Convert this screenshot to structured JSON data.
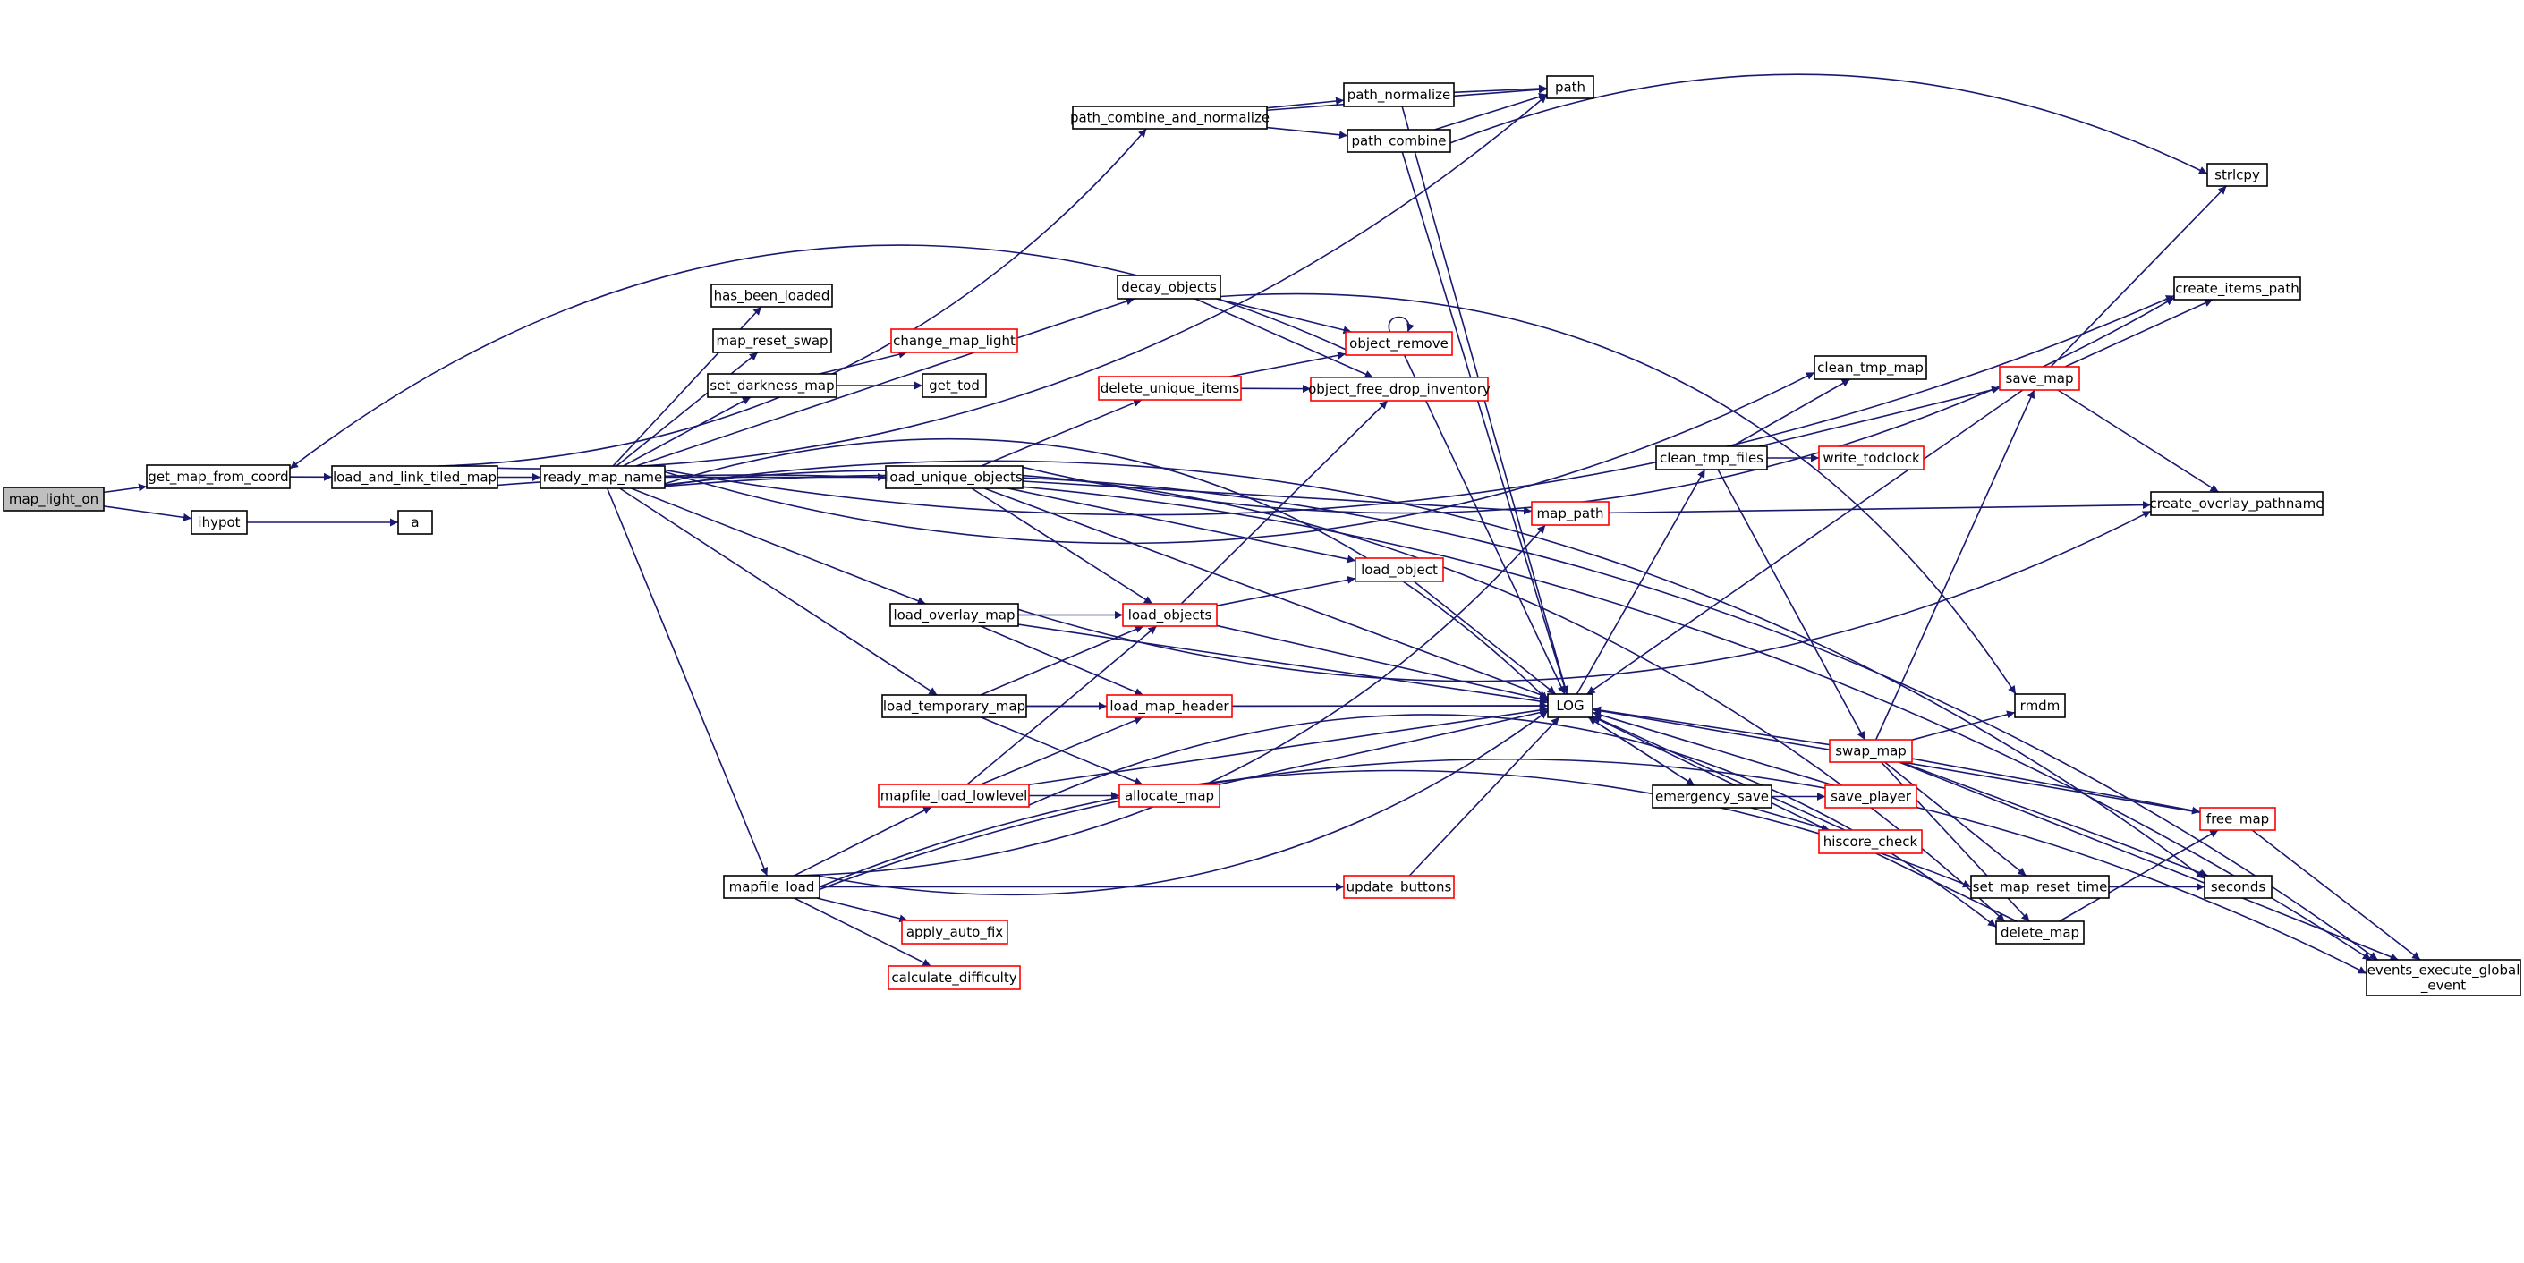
{
  "diagram": {
    "type": "call-graph",
    "edge_color": "#191970",
    "root_fill": "#bfbfbf",
    "truncated_border": "#ff0000",
    "nodes": [
      {
        "id": "map_light_on",
        "label": "map_light_on",
        "style": "root"
      },
      {
        "id": "get_map_from_coord",
        "label": "get_map_from_coord",
        "style": "normal"
      },
      {
        "id": "ihypot",
        "label": "ihypot",
        "style": "normal"
      },
      {
        "id": "a",
        "label": "a",
        "style": "normal"
      },
      {
        "id": "load_and_link_tiled_map",
        "label": "load_and_link_tiled_map",
        "style": "normal"
      },
      {
        "id": "ready_map_name",
        "label": "ready_map_name",
        "style": "normal"
      },
      {
        "id": "path_combine_and_normalize",
        "label": "path_combine_and_normalize",
        "style": "normal"
      },
      {
        "id": "path_normalize",
        "label": "path_normalize",
        "style": "normal"
      },
      {
        "id": "path_combine",
        "label": "path_combine",
        "style": "normal"
      },
      {
        "id": "path",
        "label": "path",
        "style": "normal"
      },
      {
        "id": "strlcpy",
        "label": "strlcpy",
        "style": "normal"
      },
      {
        "id": "has_been_loaded",
        "label": "has_been_loaded",
        "style": "normal"
      },
      {
        "id": "map_reset_swap",
        "label": "map_reset_swap",
        "style": "normal"
      },
      {
        "id": "set_darkness_map",
        "label": "set_darkness_map",
        "style": "normal"
      },
      {
        "id": "change_map_light",
        "label": "change_map_light",
        "style": "red"
      },
      {
        "id": "get_tod",
        "label": "get_tod",
        "style": "normal"
      },
      {
        "id": "decay_objects",
        "label": "decay_objects",
        "style": "normal"
      },
      {
        "id": "object_remove",
        "label": "object_remove",
        "style": "red"
      },
      {
        "id": "delete_unique_items",
        "label": "delete_unique_items",
        "style": "red"
      },
      {
        "id": "object_free_drop_inventory",
        "label": "object_free_drop_inventory",
        "style": "red"
      },
      {
        "id": "load_unique_objects",
        "label": "load_unique_objects",
        "style": "normal"
      },
      {
        "id": "map_path",
        "label": "map_path",
        "style": "red"
      },
      {
        "id": "load_object",
        "label": "load_object",
        "style": "red"
      },
      {
        "id": "load_overlay_map",
        "label": "load_overlay_map",
        "style": "normal"
      },
      {
        "id": "load_objects",
        "label": "load_objects",
        "style": "red"
      },
      {
        "id": "load_temporary_map",
        "label": "load_temporary_map",
        "style": "normal"
      },
      {
        "id": "load_map_header",
        "label": "load_map_header",
        "style": "red"
      },
      {
        "id": "mapfile_load_lowlevel",
        "label": "mapfile_load_lowlevel",
        "style": "red"
      },
      {
        "id": "allocate_map",
        "label": "allocate_map",
        "style": "red"
      },
      {
        "id": "mapfile_load",
        "label": "mapfile_load",
        "style": "normal"
      },
      {
        "id": "update_buttons",
        "label": "update_buttons",
        "style": "red"
      },
      {
        "id": "apply_auto_fix",
        "label": "apply_auto_fix",
        "style": "red"
      },
      {
        "id": "calculate_difficulty",
        "label": "calculate_difficulty",
        "style": "red"
      },
      {
        "id": "LOG",
        "label": "LOG",
        "style": "normal"
      },
      {
        "id": "clean_tmp_map",
        "label": "clean_tmp_map",
        "style": "normal"
      },
      {
        "id": "clean_tmp_files",
        "label": "clean_tmp_files",
        "style": "normal"
      },
      {
        "id": "write_todclock",
        "label": "write_todclock",
        "style": "red"
      },
      {
        "id": "save_map",
        "label": "save_map",
        "style": "red"
      },
      {
        "id": "create_items_path",
        "label": "create_items_path",
        "style": "normal"
      },
      {
        "id": "create_overlay_pathname",
        "label": "create_overlay_pathname",
        "style": "normal"
      },
      {
        "id": "swap_map",
        "label": "swap_map",
        "style": "red"
      },
      {
        "id": "rmdm",
        "label": "rmdm",
        "style": "normal"
      },
      {
        "id": "emergency_save",
        "label": "emergency_save",
        "style": "normal"
      },
      {
        "id": "save_player",
        "label": "save_player",
        "style": "red"
      },
      {
        "id": "hiscore_check",
        "label": "hiscore_check",
        "style": "red"
      },
      {
        "id": "set_map_reset_time",
        "label": "set_map_reset_time",
        "style": "normal"
      },
      {
        "id": "delete_map",
        "label": "delete_map",
        "style": "normal"
      },
      {
        "id": "free_map",
        "label": "free_map",
        "style": "red"
      },
      {
        "id": "seconds",
        "label": "seconds",
        "style": "normal"
      },
      {
        "id": "events_execute_global_event",
        "label": "events_execute_global\n_event",
        "style": "normal"
      }
    ],
    "edges": [
      [
        "map_light_on",
        "get_map_from_coord"
      ],
      [
        "map_light_on",
        "ihypot"
      ],
      [
        "ihypot",
        "a"
      ],
      [
        "get_map_from_coord",
        "load_and_link_tiled_map"
      ],
      [
        "load_and_link_tiled_map",
        "ready_map_name"
      ],
      [
        "load_and_link_tiled_map",
        "path"
      ],
      [
        "load_and_link_tiled_map",
        "path_combine_and_normalize"
      ],
      [
        "load_and_link_tiled_map",
        "events_execute_global_event"
      ],
      [
        "path_combine_and_normalize",
        "path"
      ],
      [
        "path_combine_and_normalize",
        "path_normalize"
      ],
      [
        "path_combine_and_normalize",
        "path_combine"
      ],
      [
        "path_normalize",
        "path"
      ],
      [
        "path_normalize",
        "LOG"
      ],
      [
        "path_combine",
        "path"
      ],
      [
        "path_combine",
        "strlcpy"
      ],
      [
        "path_combine",
        "LOG"
      ],
      [
        "ready_map_name",
        "has_been_loaded"
      ],
      [
        "ready_map_name",
        "map_reset_swap"
      ],
      [
        "ready_map_name",
        "set_darkness_map"
      ],
      [
        "ready_map_name",
        "decay_objects"
      ],
      [
        "ready_map_name",
        "clean_tmp_map"
      ],
      [
        "ready_map_name",
        "create_items_path"
      ],
      [
        "ready_map_name",
        "load_unique_objects"
      ],
      [
        "ready_map_name",
        "load_overlay_map"
      ],
      [
        "ready_map_name",
        "load_temporary_map"
      ],
      [
        "ready_map_name",
        "mapfile_load"
      ],
      [
        "ready_map_name",
        "LOG"
      ],
      [
        "ready_map_name",
        "delete_map"
      ],
      [
        "ready_map_name",
        "seconds"
      ],
      [
        "ready_map_name",
        "events_execute_global_event"
      ],
      [
        "set_darkness_map",
        "change_map_light"
      ],
      [
        "set_darkness_map",
        "get_tod"
      ],
      [
        "decay_objects",
        "object_remove"
      ],
      [
        "decay_objects",
        "object_free_drop_inventory"
      ],
      [
        "decay_objects",
        "rmdm"
      ],
      [
        "object_remove",
        "object_remove"
      ],
      [
        "object_remove",
        "get_map_from_coord"
      ],
      [
        "object_remove",
        "LOG"
      ],
      [
        "delete_unique_items",
        "object_remove"
      ],
      [
        "delete_unique_items",
        "object_free_drop_inventory"
      ],
      [
        "load_unique_objects",
        "delete_unique_items"
      ],
      [
        "load_unique_objects",
        "map_path"
      ],
      [
        "load_unique_objects",
        "load_object"
      ],
      [
        "load_unique_objects",
        "load_objects"
      ],
      [
        "load_unique_objects",
        "LOG"
      ],
      [
        "load_unique_objects",
        "create_items_path"
      ],
      [
        "map_path",
        "create_overlay_pathname"
      ],
      [
        "load_object",
        "LOG"
      ],
      [
        "load_overlay_map",
        "load_objects"
      ],
      [
        "load_overlay_map",
        "load_map_header"
      ],
      [
        "load_overlay_map",
        "LOG"
      ],
      [
        "load_overlay_map",
        "create_overlay_pathname"
      ],
      [
        "load_objects",
        "load_object"
      ],
      [
        "load_objects",
        "object_free_drop_inventory"
      ],
      [
        "load_objects",
        "LOG"
      ],
      [
        "load_temporary_map",
        "load_map_header"
      ],
      [
        "load_temporary_map",
        "load_objects"
      ],
      [
        "load_temporary_map",
        "allocate_map"
      ],
      [
        "load_temporary_map",
        "LOG"
      ],
      [
        "load_map_header",
        "LOG"
      ],
      [
        "mapfile_load_lowlevel",
        "load_objects"
      ],
      [
        "mapfile_load_lowlevel",
        "load_map_header"
      ],
      [
        "mapfile_load_lowlevel",
        "allocate_map"
      ],
      [
        "mapfile_load_lowlevel",
        "LOG"
      ],
      [
        "mapfile_load_lowlevel",
        "delete_map"
      ],
      [
        "allocate_map",
        "LOG"
      ],
      [
        "mapfile_load",
        "mapfile_load_lowlevel"
      ],
      [
        "mapfile_load",
        "update_buttons"
      ],
      [
        "mapfile_load",
        "apply_auto_fix"
      ],
      [
        "mapfile_load",
        "calculate_difficulty"
      ],
      [
        "mapfile_load",
        "LOG"
      ],
      [
        "mapfile_load",
        "set_map_reset_time"
      ],
      [
        "mapfile_load",
        "map_path"
      ],
      [
        "mapfile_load",
        "events_execute_global_event"
      ],
      [
        "update_buttons",
        "LOG"
      ],
      [
        "LOG",
        "clean_tmp_files"
      ],
      [
        "LOG",
        "emergency_save"
      ],
      [
        "clean_tmp_files",
        "clean_tmp_map"
      ],
      [
        "clean_tmp_files",
        "write_todclock"
      ],
      [
        "clean_tmp_files",
        "save_map"
      ],
      [
        "clean_tmp_files",
        "swap_map"
      ],
      [
        "save_map",
        "strlcpy"
      ],
      [
        "save_map",
        "create_items_path"
      ],
      [
        "save_map",
        "create_overlay_pathname"
      ],
      [
        "save_map",
        "LOG"
      ],
      [
        "swap_map",
        "save_map"
      ],
      [
        "swap_map",
        "rmdm"
      ],
      [
        "swap_map",
        "LOG"
      ],
      [
        "swap_map",
        "free_map"
      ],
      [
        "swap_map",
        "seconds"
      ],
      [
        "swap_map",
        "set_map_reset_time"
      ],
      [
        "swap_map",
        "delete_map"
      ],
      [
        "swap_map",
        "events_execute_global_event"
      ],
      [
        "emergency_save",
        "save_player"
      ],
      [
        "emergency_save",
        "hiscore_check"
      ],
      [
        "emergency_save",
        "LOG"
      ],
      [
        "save_player",
        "LOG"
      ],
      [
        "hiscore_check",
        "LOG"
      ],
      [
        "set_map_reset_time",
        "seconds"
      ],
      [
        "delete_map",
        "free_map"
      ],
      [
        "delete_map",
        "LOG"
      ],
      [
        "free_map",
        "events_execute_global_event"
      ],
      [
        "free_map",
        "LOG"
      ]
    ]
  }
}
